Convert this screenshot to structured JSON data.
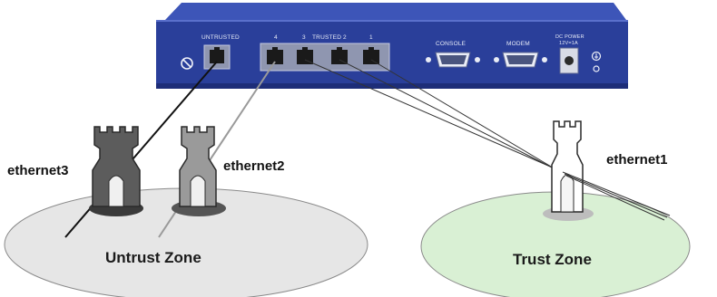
{
  "device": {
    "ports": {
      "untrusted_label": "UNTRUSTED",
      "trusted_label": "TRUSTED",
      "port_numbers": [
        "4",
        "3",
        "2",
        "1"
      ],
      "console_label": "CONSOLE",
      "modem_label": "MODEM",
      "power_label_line1": "DC POWER",
      "power_label_line2": "12V=1A"
    },
    "colors": {
      "chassis": "#2a3f9a",
      "chassis_dark": "#1d2d78"
    }
  },
  "zones": {
    "untrust": {
      "label": "Untrust Zone",
      "color": "#e6e6e6"
    },
    "trust": {
      "label": "Trust Zone",
      "color": "#d9f0d4"
    }
  },
  "interfaces": {
    "ethernet3": "ethernet3",
    "ethernet2": "ethernet2",
    "ethernet1": "ethernet1"
  }
}
